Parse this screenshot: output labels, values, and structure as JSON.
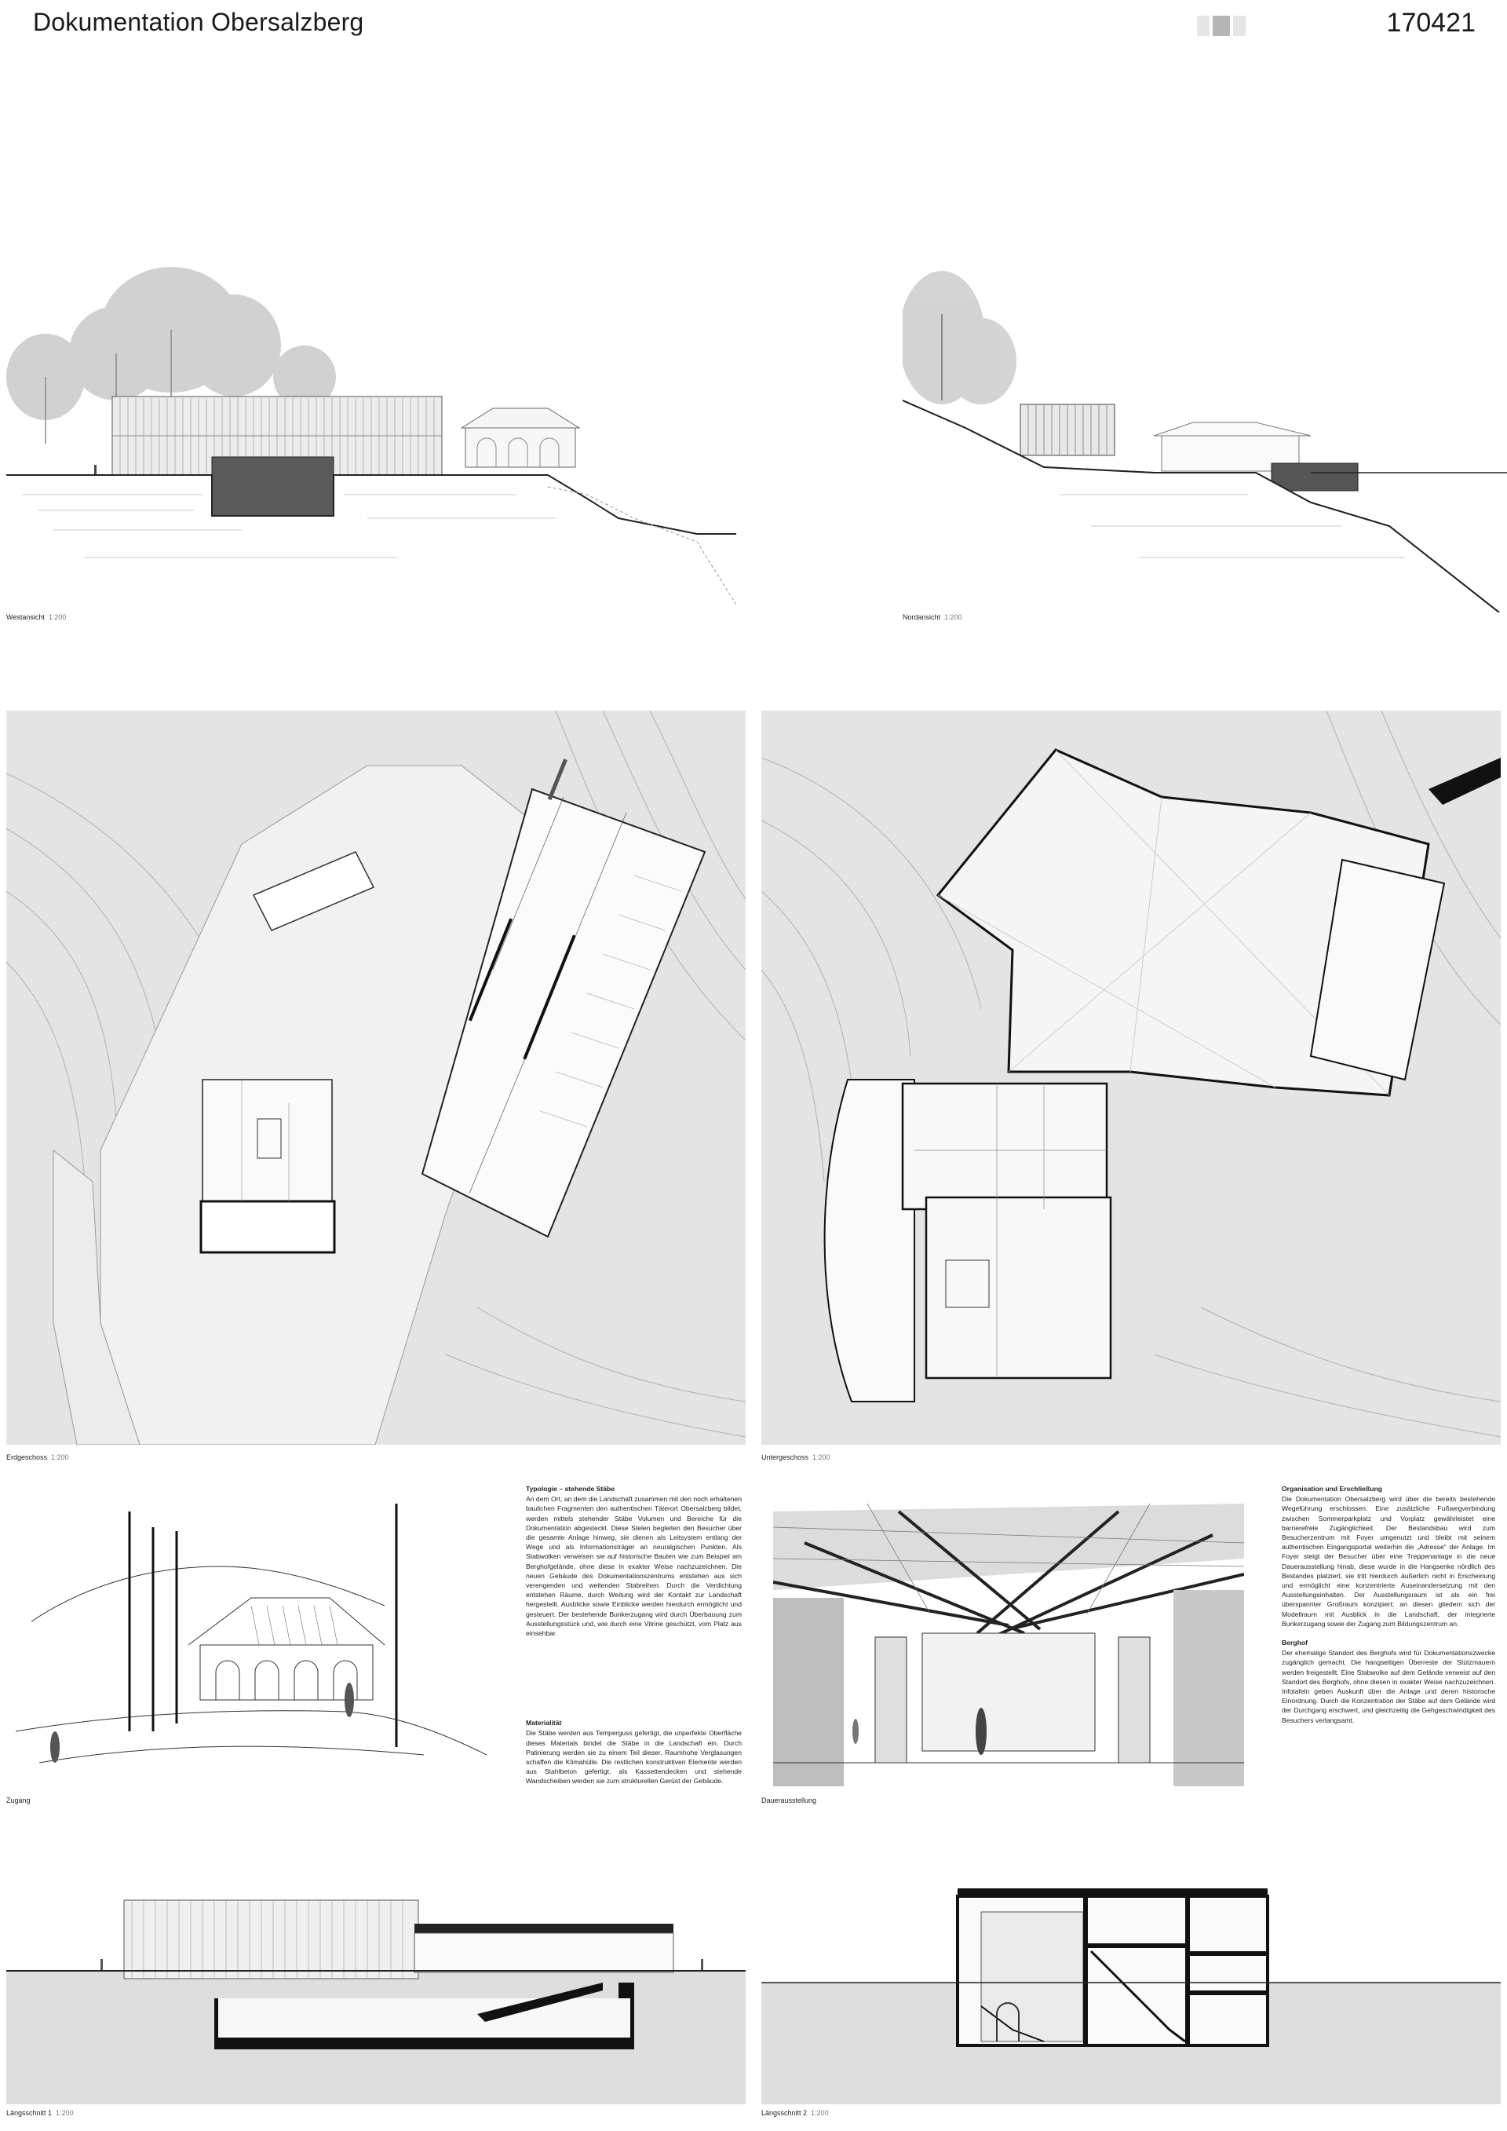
{
  "header": {
    "title_light": "Dokumentation",
    "title_bold": "Obersalzberg",
    "project_code": "170421",
    "logo_icon": "three-bar-logo-icon"
  },
  "drawings": {
    "westansicht": {
      "label": "Westansicht",
      "scale": "1:200"
    },
    "nordansicht": {
      "label": "Nordansicht",
      "scale": "1:200"
    },
    "erdgeschoss": {
      "label": "Erdgeschoss",
      "scale": "1:200"
    },
    "untergeschoss": {
      "label": "Untergeschoss",
      "scale": "1:200"
    },
    "zugang": {
      "label": "Zugang"
    },
    "dauerausstellung": {
      "label": "Dauerausstellung"
    },
    "laengsschnitt1": {
      "label": "Längsschnitt 1",
      "scale": "1:200"
    },
    "laengsschnitt2": {
      "label": "Längsschnitt 2",
      "scale": "1:200"
    }
  },
  "texts": {
    "typologie": {
      "heading": "Typologie – stehende Stäbe",
      "body": "An dem Ort, an dem die Landschaft zusammen mit den noch erhaltenen baulichen Fragmenten den authentischen Täterort Obersalzberg bildet, werden mittels stehender Stäbe Volumen und Bereiche für die Dokumentation abgesteckt. Diese Stelen begleiten den Besucher über die gesamte Anlage hinweg, sie dienen als Leitsystem entlang der Wege und als Informationsträger an neuralgischen Punkten. Als Stabwolken verweisen sie auf historische Bauten wie zum Beispiel am Berghofgelände, ohne diese in exakter Weise nachzuzeichnen. Die neuen Gebäude des Dokumentationszentrums entstehen aus sich verengenden und weitenden Stabreihen. Durch die Verdichtung entstehen Räume, durch Weitung wird der Kontakt zur Landschaft hergestellt. Ausblicke sowie Einblicke werden hierdurch ermöglicht und gesteuert. Der bestehende Bunkerzugang wird durch Überbauung zum Ausstellungsstück und, wie durch eine Vitrine geschützt, vom Platz aus einsehbar."
    },
    "materialitaet": {
      "heading": "Materialität",
      "body": "Die Stäbe werden aus Temperguss gefertigt, die unperfekte Oberfläche dieses Materials bindet die Stäbe in die Landschaft ein. Durch Patinierung werden sie zu einem Teil dieser. Raumhohe Verglasungen schaffen die Klimahülle. Die restlichen konstruktiven Elemente werden aus Stahlbeton gefertigt, als Kassettendecken und stehende Wandscheiben werden sie zum strukturellen Gerüst der Gebäude."
    },
    "organisation": {
      "heading": "Organisation und Erschließung",
      "body": "Die Dokumentation Obersalzberg wird über die bereits bestehende Wegeführung erschlossen. Eine zusätzliche Fußwegverbindung zwischen Sommerparkplatz und Vorplatz gewährleistet eine barrierefreie Zugänglichkeit. Der Bestandsbau wird zum Besucherzentrum mit Foyer umgenutzt und bleibt mit seinem authentischen Eingangsportal weiterhin die „Adresse“ der Anlage. Im Foyer steigt der Besucher über eine Treppenanlage in die neue Dauerausstellung hinab, diese wurde in die Hangsenke nördlich des Bestandes platziert, sie tritt hierdurch äußerlich nicht in Erscheinung und ermöglicht eine konzentrierte Auseinandersetzung mit den Ausstellungsinhalten. Der Ausstellungsraum ist als ein frei überspannter Großraum konzipiert; an diesen gliedern sich der Modellraum mit Ausblick in die Landschaft, der integrierte Bunkerzugang sowie der Zugang zum Bildungszentrum an."
    },
    "berghof": {
      "heading": "Berghof",
      "body": "Der ehemalige Standort des Berghofs wird für Dokumentationszwecke zugänglich gemacht. Die hangseitigen Überreste der Stützmauern werden freigestellt. Eine Stabwolke auf dem Gelände verweist auf den Standort des Berghofs, ohne diesen in exakter Weise nachzuzeichnen. Infotafeln geben Auskunft über die Anlage und deren historische Einordnung. Durch die Konzentration der Stäbe auf dem Gelände wird der Durchgang erschwert, und gleichzeitig die Gehgeschwindigkeit des Besuchers verlangsamt."
    }
  }
}
